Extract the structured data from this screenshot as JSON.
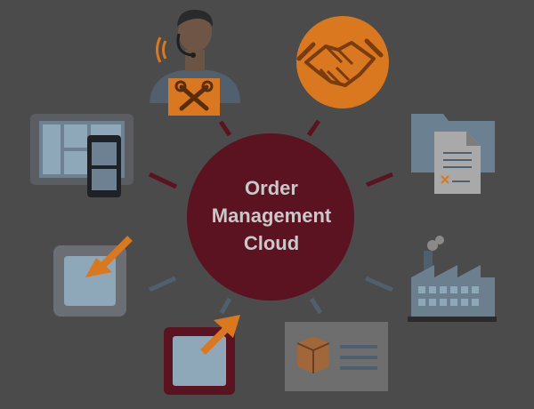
{
  "center": {
    "lines": [
      "Order",
      "Management",
      "Cloud"
    ],
    "fill": "#5b1221"
  },
  "colors": {
    "background": "#4b4b4b",
    "accent_orange": "#d9781f",
    "dark_red": "#5b1221",
    "slate": "#4e5f6e",
    "light_blue": "#8ea7b9",
    "gray_panel": "#6b6f73"
  },
  "nodes": [
    {
      "id": "customer-support",
      "icon": "headset-agent-icon"
    },
    {
      "id": "handshake",
      "icon": "handshake-icon"
    },
    {
      "id": "documents",
      "icon": "folder-document-icon"
    },
    {
      "id": "factory",
      "icon": "factory-icon"
    },
    {
      "id": "shipping",
      "icon": "package-list-icon"
    },
    {
      "id": "outbound",
      "icon": "export-arrow-icon"
    },
    {
      "id": "inbound",
      "icon": "import-arrow-icon"
    },
    {
      "id": "devices",
      "icon": "tablet-phone-icon"
    }
  ]
}
